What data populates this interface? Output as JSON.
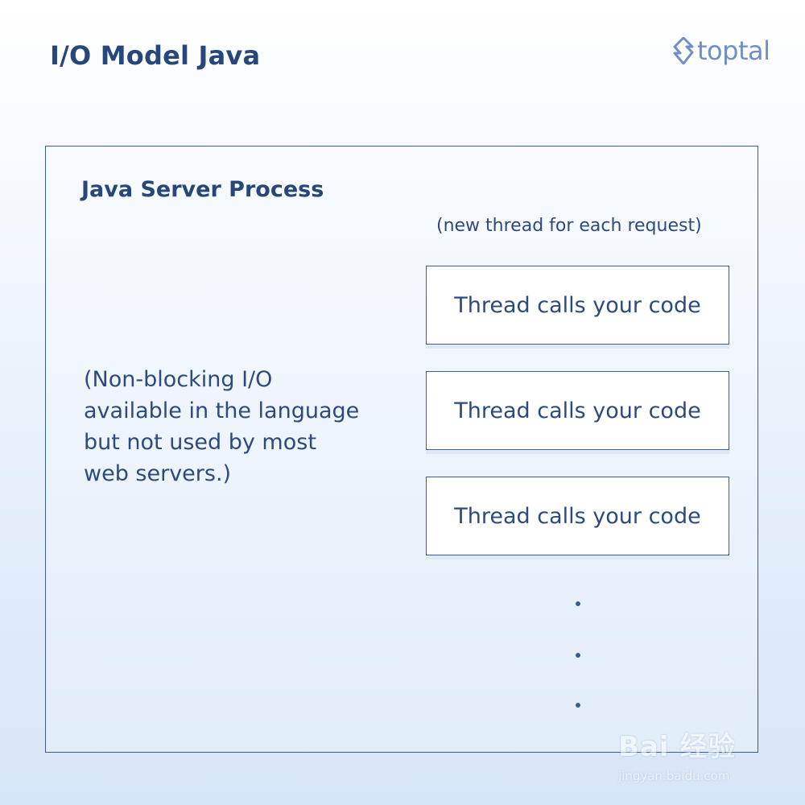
{
  "header": {
    "title": "I/O Model Java",
    "brand_name": "toptal",
    "brand_color": "#6f8fc7"
  },
  "diagram": {
    "process_title": "Java Server Process",
    "process_note": "(new thread for each request)",
    "side_note_lines": [
      "(Non-blocking I/O",
      "available in the language",
      "but not used by most",
      "web servers.)"
    ],
    "threads": [
      {
        "label": "Thread calls your code"
      },
      {
        "label": "Thread calls your code"
      },
      {
        "label": "Thread calls your code"
      }
    ],
    "continuation": "⋮",
    "border_color": "#3b5d92",
    "text_color": "#2c4a7c"
  },
  "watermark": {
    "brand": "Bai 经验",
    "url": "jingyan.baidu.com"
  }
}
